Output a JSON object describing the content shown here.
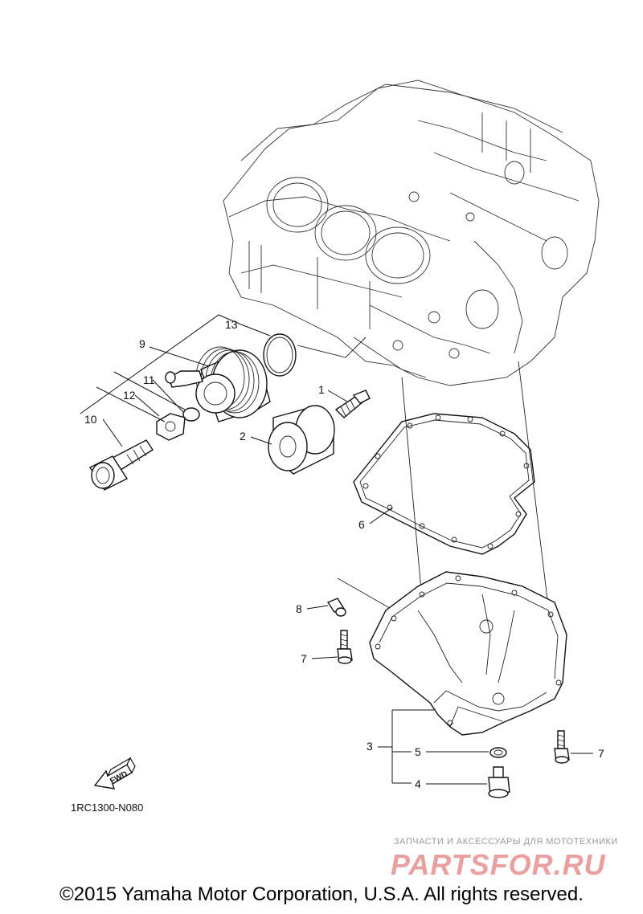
{
  "callouts": {
    "p1": "1",
    "p2": "2",
    "p3": "3",
    "p4": "4",
    "p5": "5",
    "p6": "6",
    "p7a": "7",
    "p7b": "7",
    "p8": "8",
    "p9": "9",
    "p10": "10",
    "p11": "11",
    "p12": "12",
    "p13": "13"
  },
  "fwd_label": "FWD",
  "diagram_code": "1RC1300-N080",
  "watermark": {
    "line": "ЗАПЧАСТИ И АКСЕССУАРЫ ДЛЯ МОТОТЕХНИКИ",
    "logo": "PARTSFOR.RU"
  },
  "copyright": "©2015 Yamaha Motor Corporation, U.S.A. All rights reserved.",
  "colors": {
    "line": "#111111",
    "watermark_text": "#999999",
    "watermark_logo": "#e9a0a0"
  }
}
